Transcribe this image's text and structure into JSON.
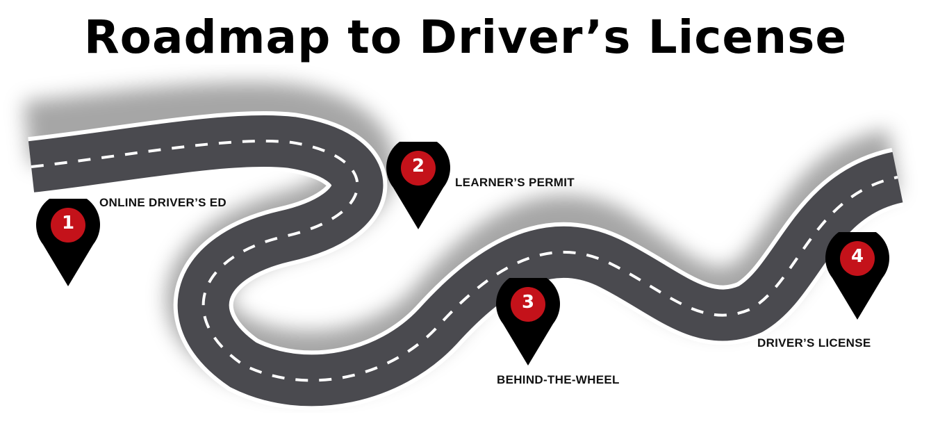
{
  "title": "Roadmap to Driver’s License",
  "colors": {
    "road": "#4a4a4f",
    "road_edge": "#ffffff",
    "pin": "#000000",
    "pin_circle": "#c4121a"
  },
  "steps": [
    {
      "number": "1",
      "label": "ONLINE DRIVER’S ED",
      "icon": "map-pin-icon"
    },
    {
      "number": "2",
      "label": "LEARNER’S PERMIT",
      "icon": "map-pin-icon"
    },
    {
      "number": "3",
      "label": "BEHIND-THE-WHEEL",
      "icon": "map-pin-icon"
    },
    {
      "number": "4",
      "label": "DRIVER’S LICENSE",
      "icon": "map-pin-icon"
    }
  ]
}
